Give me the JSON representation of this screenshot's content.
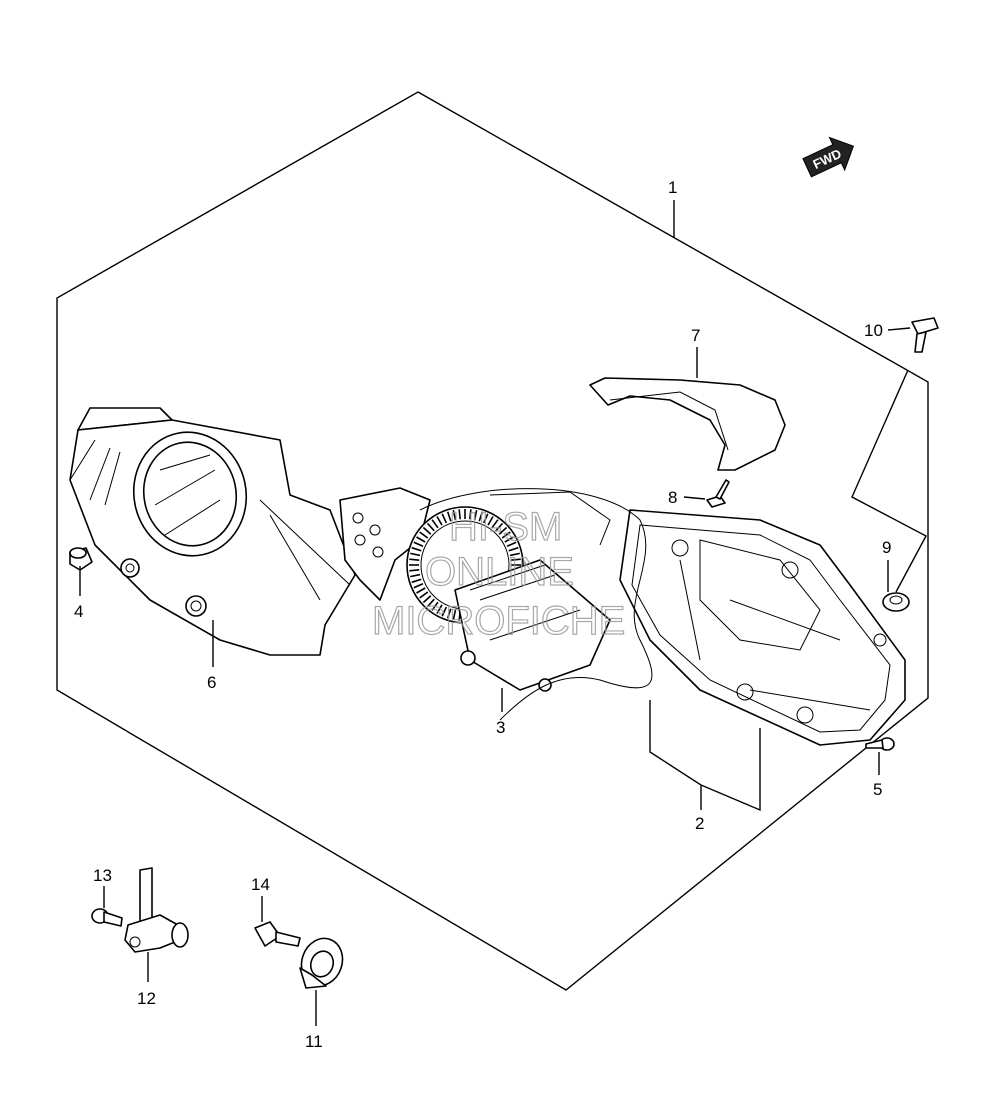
{
  "diagram": {
    "fwd_label": "FWD",
    "watermark": [
      "HI-SM",
      "ONLINE",
      "MICROFICHE"
    ],
    "callouts": [
      "1",
      "2",
      "3",
      "4",
      "5",
      "6",
      "7",
      "8",
      "9",
      "10",
      "11",
      "12",
      "13",
      "14"
    ]
  }
}
